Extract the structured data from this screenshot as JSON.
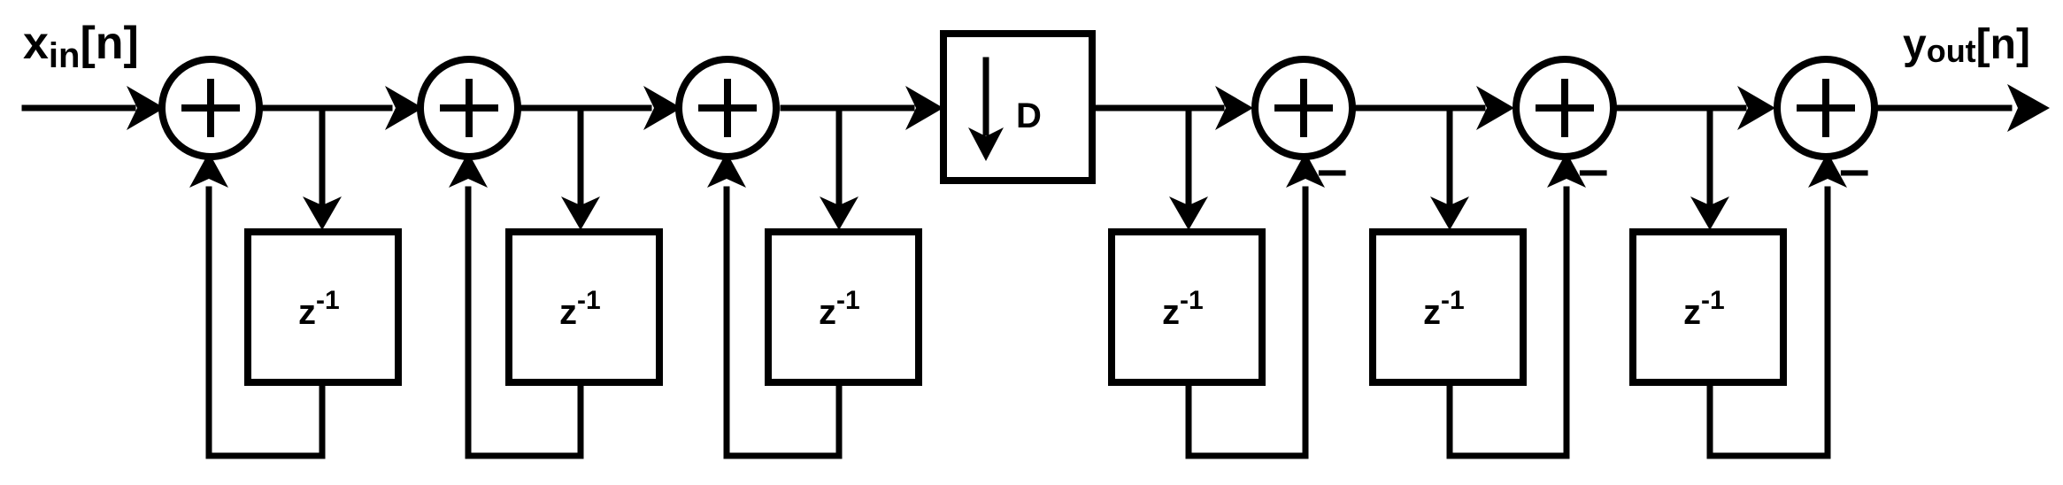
{
  "input_label": {
    "main": "x",
    "sub": "in",
    "index": "[n]"
  },
  "output_label": {
    "main": "y",
    "sub": "out",
    "index": "[n]"
  },
  "delay": {
    "main": "z",
    "exp": "-1"
  },
  "decimator_label": "D",
  "minus_sign": "–",
  "integrator_stages": 3,
  "comb_stages": 3,
  "line_color": "#000000",
  "background": "#ffffff"
}
